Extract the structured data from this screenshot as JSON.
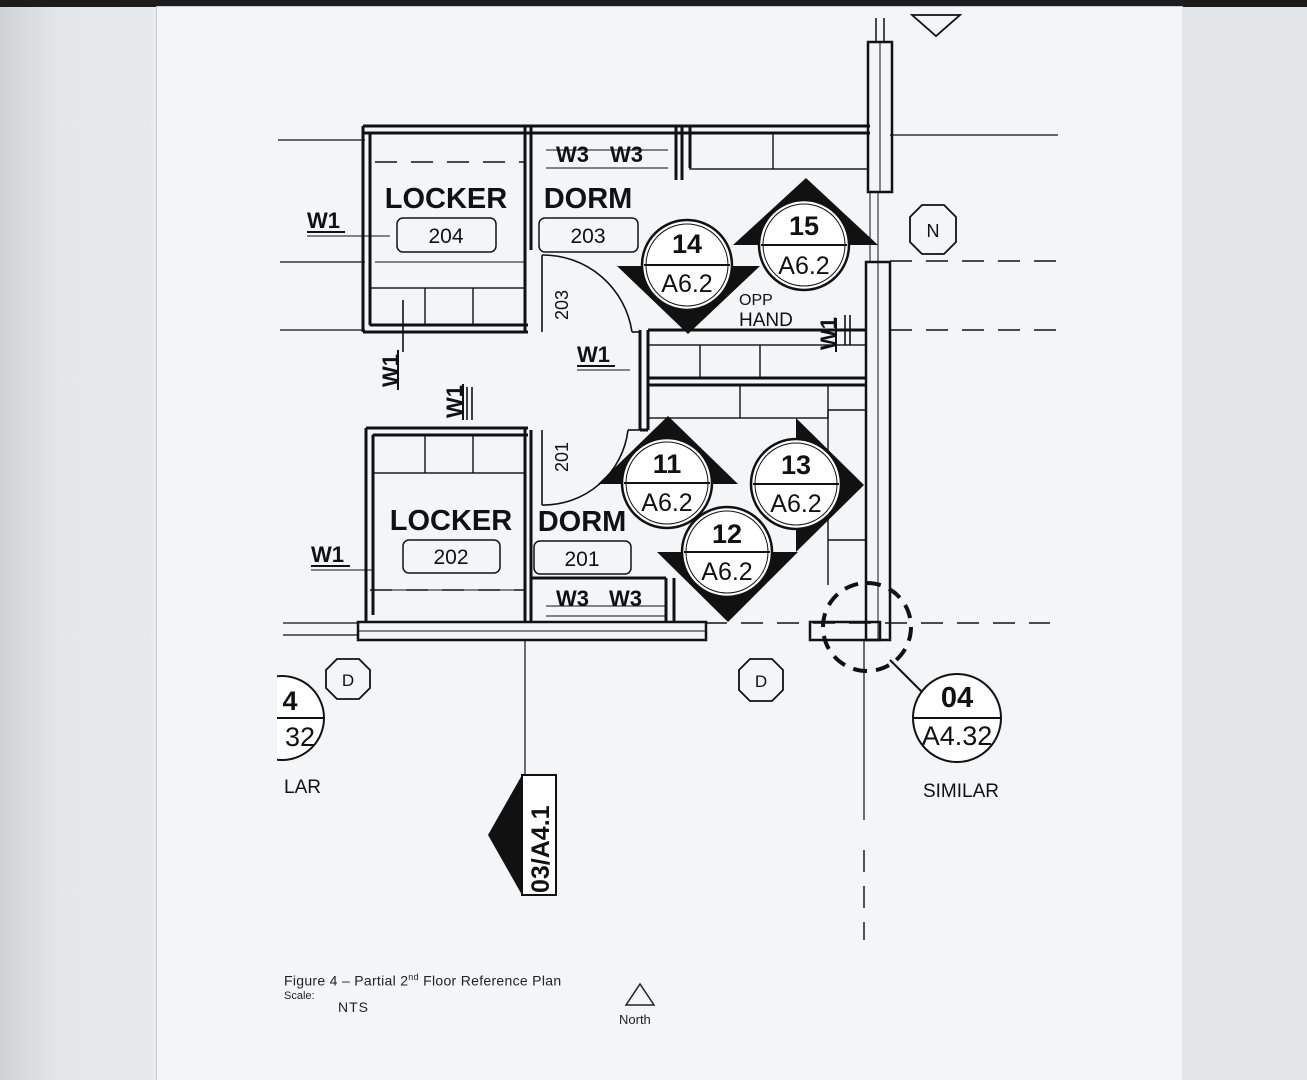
{
  "figure": {
    "title_prefix": "Figure 4 – Partial 2",
    "title_sup": "nd",
    "title_suffix": " Floor Reference Plan",
    "scale_label": "Scale:",
    "scale_value": "NTS",
    "north_label": "North"
  },
  "rooms": [
    {
      "name": "LOCKER",
      "number": "204"
    },
    {
      "name": "DORM",
      "number": "203"
    },
    {
      "name": "LOCKER",
      "number": "202"
    },
    {
      "name": "DORM",
      "number": "201"
    }
  ],
  "doors": [
    "203",
    "201"
  ],
  "wall_tags": {
    "w1": "W1",
    "w3": "W3"
  },
  "elevation_markers": [
    {
      "number": "14",
      "sheet": "A6.2"
    },
    {
      "number": "15",
      "sheet": "A6.2"
    },
    {
      "number": "11",
      "sheet": "A6.2"
    },
    {
      "number": "13",
      "sheet": "A6.2"
    },
    {
      "number": "12",
      "sheet": "A6.2"
    }
  ],
  "notes": {
    "opp": "OPP",
    "hand": "HAND"
  },
  "grid_tags": {
    "n": "N",
    "d": "D"
  },
  "detail_right": {
    "number": "04",
    "sheet": "A4.32",
    "note": "SIMILAR"
  },
  "detail_left": {
    "number": "4",
    "sheet": "32",
    "note": "LAR"
  },
  "section_marker": "03/A4.1"
}
